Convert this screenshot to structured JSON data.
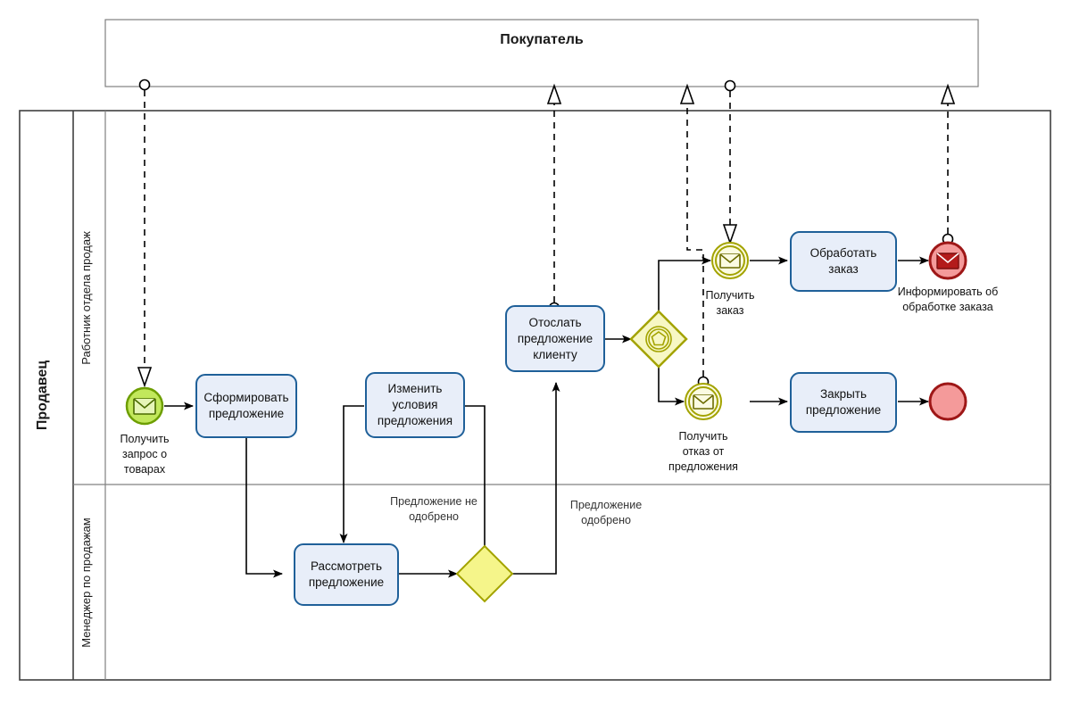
{
  "diagram": {
    "type": "bpmn-collaboration",
    "language": "ru"
  },
  "pools": {
    "buyer": {
      "title": "Покупатель"
    },
    "seller": {
      "title": "Продавец",
      "lanes": [
        {
          "title": "Работник отдела продаж"
        },
        {
          "title": "Менеджер по продажам"
        }
      ]
    }
  },
  "events": {
    "start_request": {
      "label": "Получить\nзапрос о\nтоварах",
      "line1": "Получить",
      "line2": "запрос о",
      "line3": "товарах",
      "kind": "message-start",
      "color": "#c2e85c"
    },
    "receive_order": {
      "line1": "Получить",
      "line2": "заказ",
      "kind": "message-intermediate-catch",
      "color": "#fbfbe2"
    },
    "receive_rejection": {
      "line1": "Получить",
      "line2": "отказ от",
      "line3": "предложения",
      "kind": "message-intermediate-catch",
      "color": "#fbfbe2"
    },
    "inform_end": {
      "line1": "Информировать об",
      "line2": "обработке заказа",
      "kind": "message-end",
      "color": "#b31b1b"
    },
    "close_end": {
      "label": "",
      "kind": "end",
      "color": "#f49a9a"
    }
  },
  "tasks": {
    "form_offer": {
      "line1": "Сформировать",
      "line2": "предложение"
    },
    "review_offer": {
      "line1": "Рассмотреть",
      "line2": "предложение"
    },
    "change_terms": {
      "line1": "Изменить",
      "line2": "условия",
      "line3": "предложения"
    },
    "send_offer": {
      "line1": "Отослать",
      "line2": "предложение",
      "line3": "клиенту"
    },
    "process_order": {
      "line1": "Обработать",
      "line2": "заказ"
    },
    "close_offer": {
      "line1": "Закрыть",
      "line2": "предложение"
    }
  },
  "gateways": {
    "approval": {
      "kind": "exclusive",
      "color": "#f5f58a"
    },
    "event_based": {
      "kind": "event-based",
      "color": "#f7f7c4"
    }
  },
  "flow_labels": {
    "not_approved_line1": "Предложение не",
    "not_approved_line2": "одобрено",
    "approved_line1": "Предложение",
    "approved_line2": "одобрено"
  }
}
